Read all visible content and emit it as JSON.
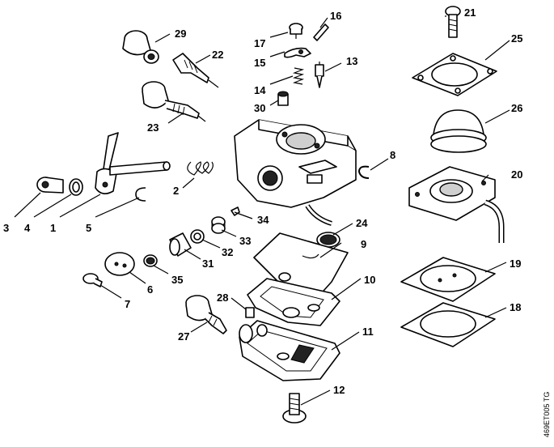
{
  "diagram": {
    "reference_code": "469ET005 TG",
    "callouts": [
      {
        "id": "c1",
        "label": "1"
      },
      {
        "id": "c2",
        "label": "2"
      },
      {
        "id": "c3",
        "label": "3"
      },
      {
        "id": "c4",
        "label": "4"
      },
      {
        "id": "c5",
        "label": "5"
      },
      {
        "id": "c6",
        "label": "6"
      },
      {
        "id": "c7",
        "label": "7"
      },
      {
        "id": "c8",
        "label": "8"
      },
      {
        "id": "c9",
        "label": "9"
      },
      {
        "id": "c10",
        "label": "10"
      },
      {
        "id": "c11",
        "label": "11"
      },
      {
        "id": "c12",
        "label": "12"
      },
      {
        "id": "c13",
        "label": "13"
      },
      {
        "id": "c14",
        "label": "14"
      },
      {
        "id": "c15",
        "label": "15"
      },
      {
        "id": "c16",
        "label": "16"
      },
      {
        "id": "c17",
        "label": "17"
      },
      {
        "id": "c18",
        "label": "18"
      },
      {
        "id": "c19",
        "label": "19"
      },
      {
        "id": "c20",
        "label": "20"
      },
      {
        "id": "c21",
        "label": "21"
      },
      {
        "id": "c22",
        "label": "22"
      },
      {
        "id": "c23",
        "label": "23"
      },
      {
        "id": "c24",
        "label": "24"
      },
      {
        "id": "c25",
        "label": "25"
      },
      {
        "id": "c26",
        "label": "26"
      },
      {
        "id": "c27",
        "label": "27"
      },
      {
        "id": "c28",
        "label": "28"
      },
      {
        "id": "c29",
        "label": "29"
      },
      {
        "id": "c30",
        "label": "30"
      },
      {
        "id": "c31",
        "label": "31"
      },
      {
        "id": "c32",
        "label": "32"
      },
      {
        "id": "c33",
        "label": "33"
      },
      {
        "id": "c34",
        "label": "34"
      },
      {
        "id": "c35",
        "label": "35"
      }
    ]
  }
}
